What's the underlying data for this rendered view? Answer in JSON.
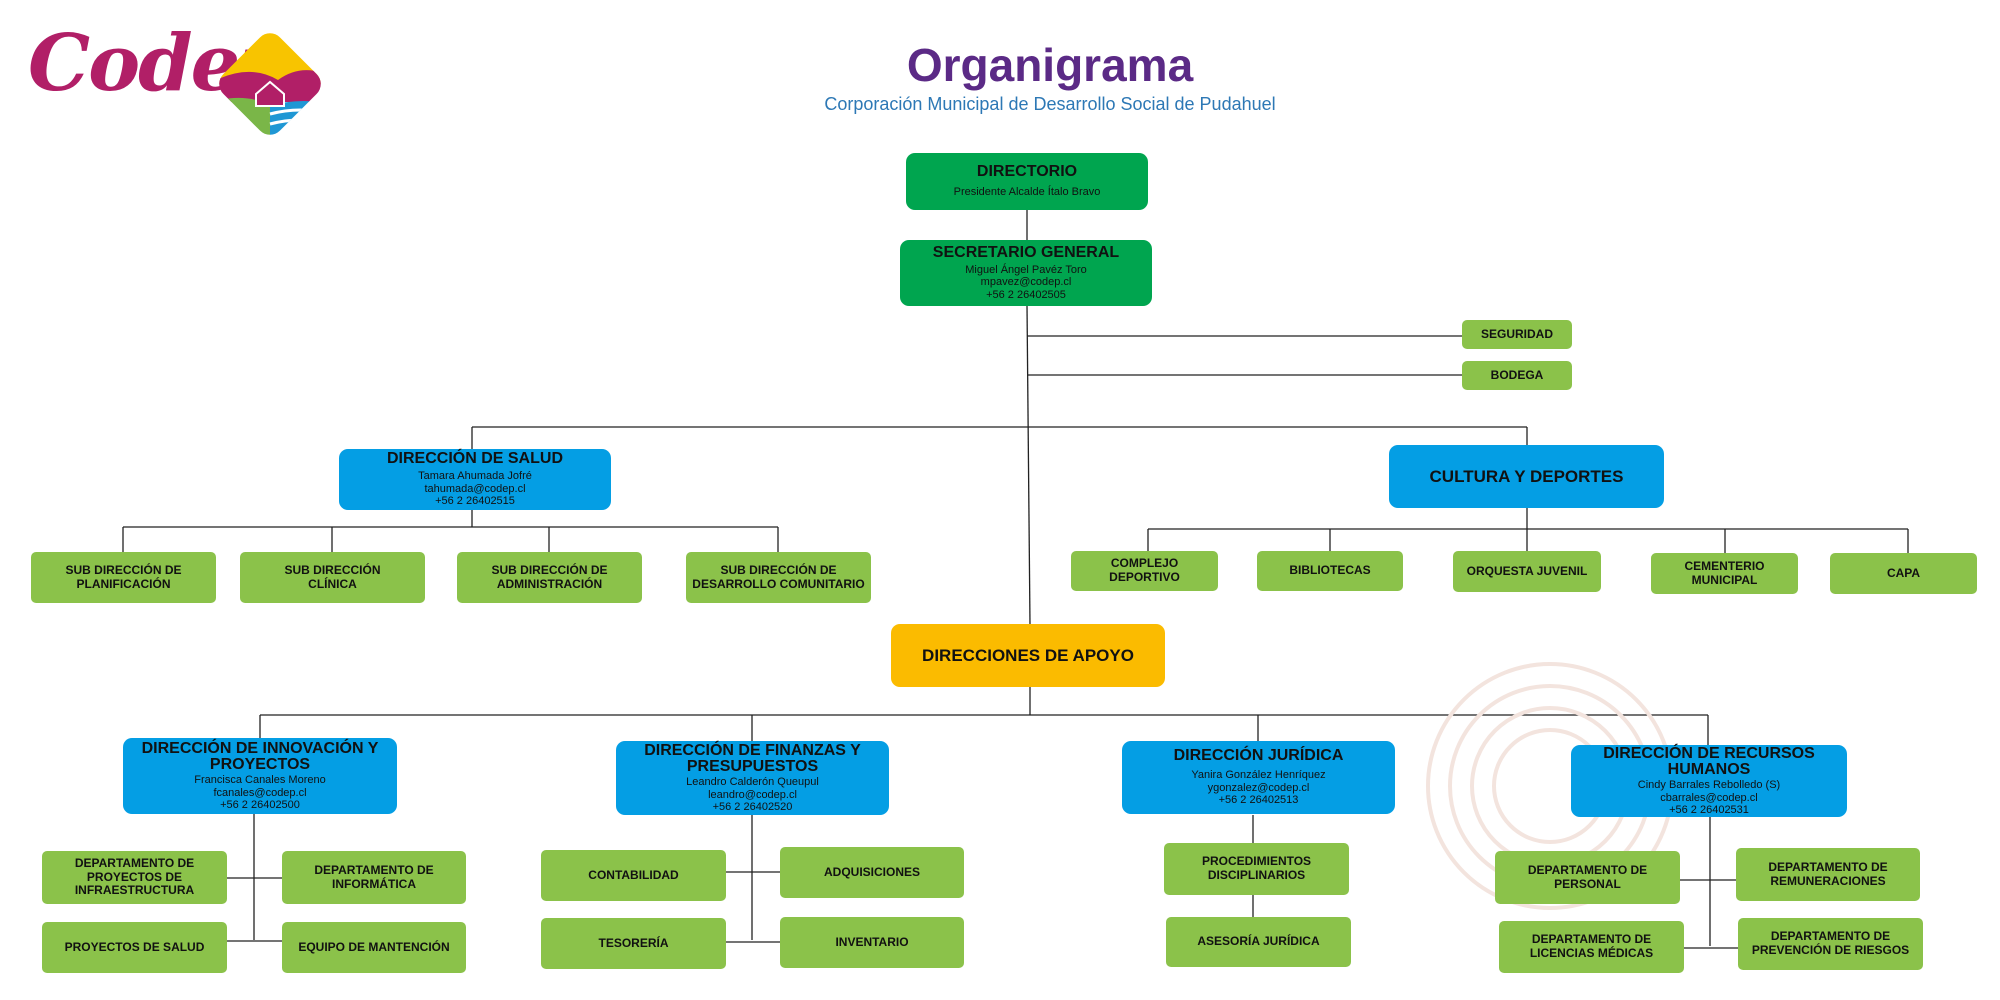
{
  "header": {
    "logo_text": "Codep",
    "title": "Organigrama",
    "subtitle": "Corporación Municipal de Desarrollo Social de Pudahuel"
  },
  "colors": {
    "title": "#5b2a86",
    "subtitle": "#2d78b5",
    "logo": "#b11f67",
    "green": "#00a54f",
    "light_green": "#8bc24a",
    "blue": "#049ee4",
    "yellow": "#fbbb00"
  },
  "nodes": {
    "directorio": {
      "title": "DIRECTORIO",
      "line1": "Presidente Alcalde Ítalo Bravo"
    },
    "secretario": {
      "title": "SECRETARIO GENERAL",
      "line1": "Miguel Ángel Pavéz Toro",
      "line2": "mpavez@codep.cl",
      "line3": "+56 2 26402505"
    },
    "seguridad": {
      "title": "SEGURIDAD"
    },
    "bodega": {
      "title": "BODEGA"
    },
    "salud": {
      "title": "DIRECCIÓN DE SALUD",
      "line1": "Tamara Ahumada Jofré",
      "line2": "tahumada@codep.cl",
      "line3": "+56 2 26402515"
    },
    "salud_subs": [
      "SUB DIRECCIÓN DE PLANIFICACIÓN",
      "SUB DIRECCIÓN CLÍNICA",
      "SUB DIRECCIÓN DE ADMINISTRACIÓN",
      "SUB DIRECCIÓN DE DESARROLLO COMUNITARIO"
    ],
    "cultura": {
      "title": "CULTURA Y DEPORTES"
    },
    "cultura_subs": [
      "COMPLEJO DEPORTIVO",
      "BIBLIOTECAS",
      "ORQUESTA JUVENIL",
      "CEMENTERIO MUNICIPAL",
      "CAPA"
    ],
    "apoyo": {
      "title": "DIRECCIONES DE APOYO"
    },
    "innovacion": {
      "title": "DIRECCIÓN DE INNOVACIÓN Y PROYECTOS",
      "line1": "Francisca Canales Moreno",
      "line2": "fcanales@codep.cl",
      "line3": "+56 2 26402500"
    },
    "innovacion_subs": [
      "DEPARTAMENTO DE PROYECTOS DE INFRAESTRUCTURA",
      "DEPARTAMENTO DE INFORMÁTICA",
      "PROYECTOS DE SALUD",
      "EQUIPO DE MANTENCIÓN"
    ],
    "finanzas": {
      "title": "DIRECCIÓN DE FINANZAS Y PRESUPUESTOS",
      "line1": "Leandro Calderón Queupul",
      "line2": "leandro@codep.cl",
      "line3": "+56 2 26402520"
    },
    "finanzas_subs": [
      "CONTABILIDAD",
      "ADQUISICIONES",
      "TESORERÍA",
      "INVENTARIO"
    ],
    "juridica": {
      "title": "DIRECCIÓN JURÍDICA",
      "line1": "Yanira González Henríquez",
      "line2": "ygonzalez@codep.cl",
      "line3": "+56 2 26402513"
    },
    "juridica_subs": [
      "PROCEDIMIENTOS DISCIPLINARIOS",
      "ASESORÍA JURÍDICA"
    ],
    "rrhh": {
      "title": "DIRECCIÓN DE RECURSOS HUMANOS",
      "line1": "Cindy Barrales Rebolledo (S)",
      "line2": "cbarrales@codep.cl",
      "line3": "+56 2 26402531"
    },
    "rrhh_subs": [
      "DEPARTAMENTO DE PERSONAL",
      "DEPARTAMENTO DE REMUNERACIONES",
      "DEPARTAMENTO DE LICENCIAS MÉDICAS",
      "DEPARTAMENTO DE PREVENCIÓN DE RIESGOS"
    ]
  }
}
